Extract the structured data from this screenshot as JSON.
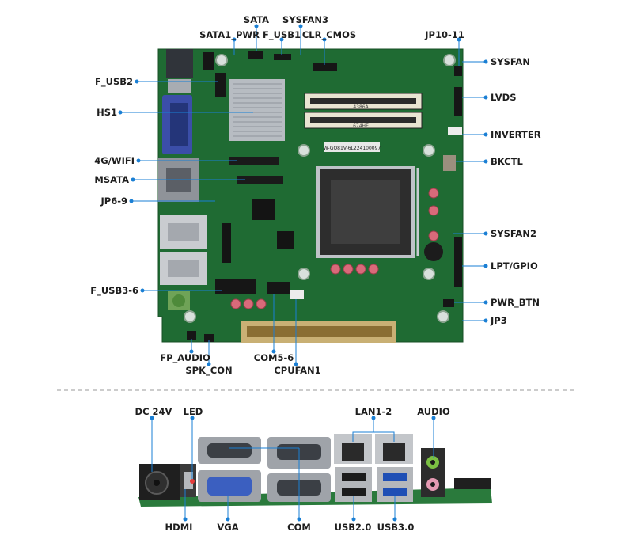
{
  "top_labels": {
    "sata": "SATA",
    "sysfan3": "SYSFAN3",
    "sata1_pwr": "SATA1_PWR",
    "f_usb1": "F_USB1",
    "clr_cmos": "CLR_CMOS",
    "jp10_11": "JP10-11",
    "f_usb2": "F_USB2",
    "hs1": "HS1",
    "wifi": "4G/WIFI",
    "msata": "MSATA",
    "jp6_9": "JP6-9",
    "f_usb3_6": "F_USB3-6",
    "fp_audio": "FP_AUDIO",
    "spk_con": "SPK_CON",
    "com5_6": "COM5-6",
    "cpufan1": "CPUFAN1",
    "sysfan": "SYSFAN",
    "lvds": "LVDS",
    "inverter": "INVERTER",
    "bkctl": "BKCTL",
    "sysfan2": "SYSFAN2",
    "lpt_gpio": "LPT/GPIO",
    "pwr_btn": "PWR_BTN",
    "jp3": "JP3"
  },
  "io_labels": {
    "dc24v": "DC 24V",
    "led": "LED",
    "lan": "LAN1-2",
    "audio": "AUDIO",
    "hdmi": "HDMI",
    "vga": "VGA",
    "com": "COM",
    "usb20": "USB2.0",
    "usb30": "USB3.0"
  },
  "board_text": {
    "serial": "W-GO81V-6L224100097",
    "dimm_a": "4386A",
    "dimm_b": "674HE"
  },
  "colors": {
    "pcb": "#1f6b33",
    "leader": "#1a7fd4",
    "text": "#1e1e1e"
  }
}
